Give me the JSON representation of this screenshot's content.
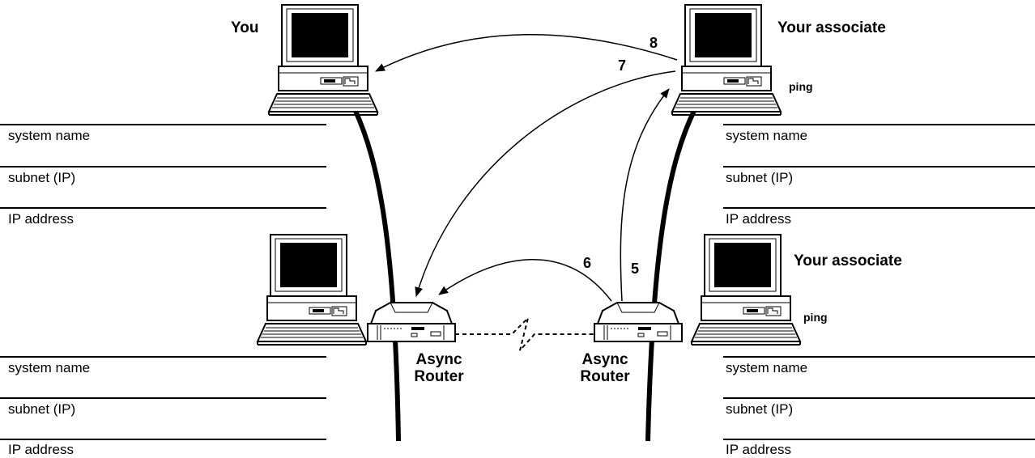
{
  "stations": {
    "you": {
      "title": "You"
    },
    "associate_top": {
      "title": "Your associate",
      "ping": "ping"
    },
    "associate_bottom": {
      "title": "Your associate",
      "ping": "ping"
    }
  },
  "routers": {
    "left": {
      "line1": "Async",
      "line2": "Router"
    },
    "right": {
      "line1": "Async",
      "line2": "Router"
    }
  },
  "steps": {
    "s5": "5",
    "s6": "6",
    "s7": "7",
    "s8": "8"
  },
  "forms": {
    "top_left": [
      "system name",
      "subnet (IP)",
      "IP address"
    ],
    "top_right": [
      "system name",
      "subnet (IP)",
      "IP address"
    ],
    "bottom_left": [
      "system name",
      "subnet (IP)",
      "IP address"
    ],
    "bottom_right": [
      "system name",
      "subnet (IP)",
      "IP address"
    ]
  }
}
